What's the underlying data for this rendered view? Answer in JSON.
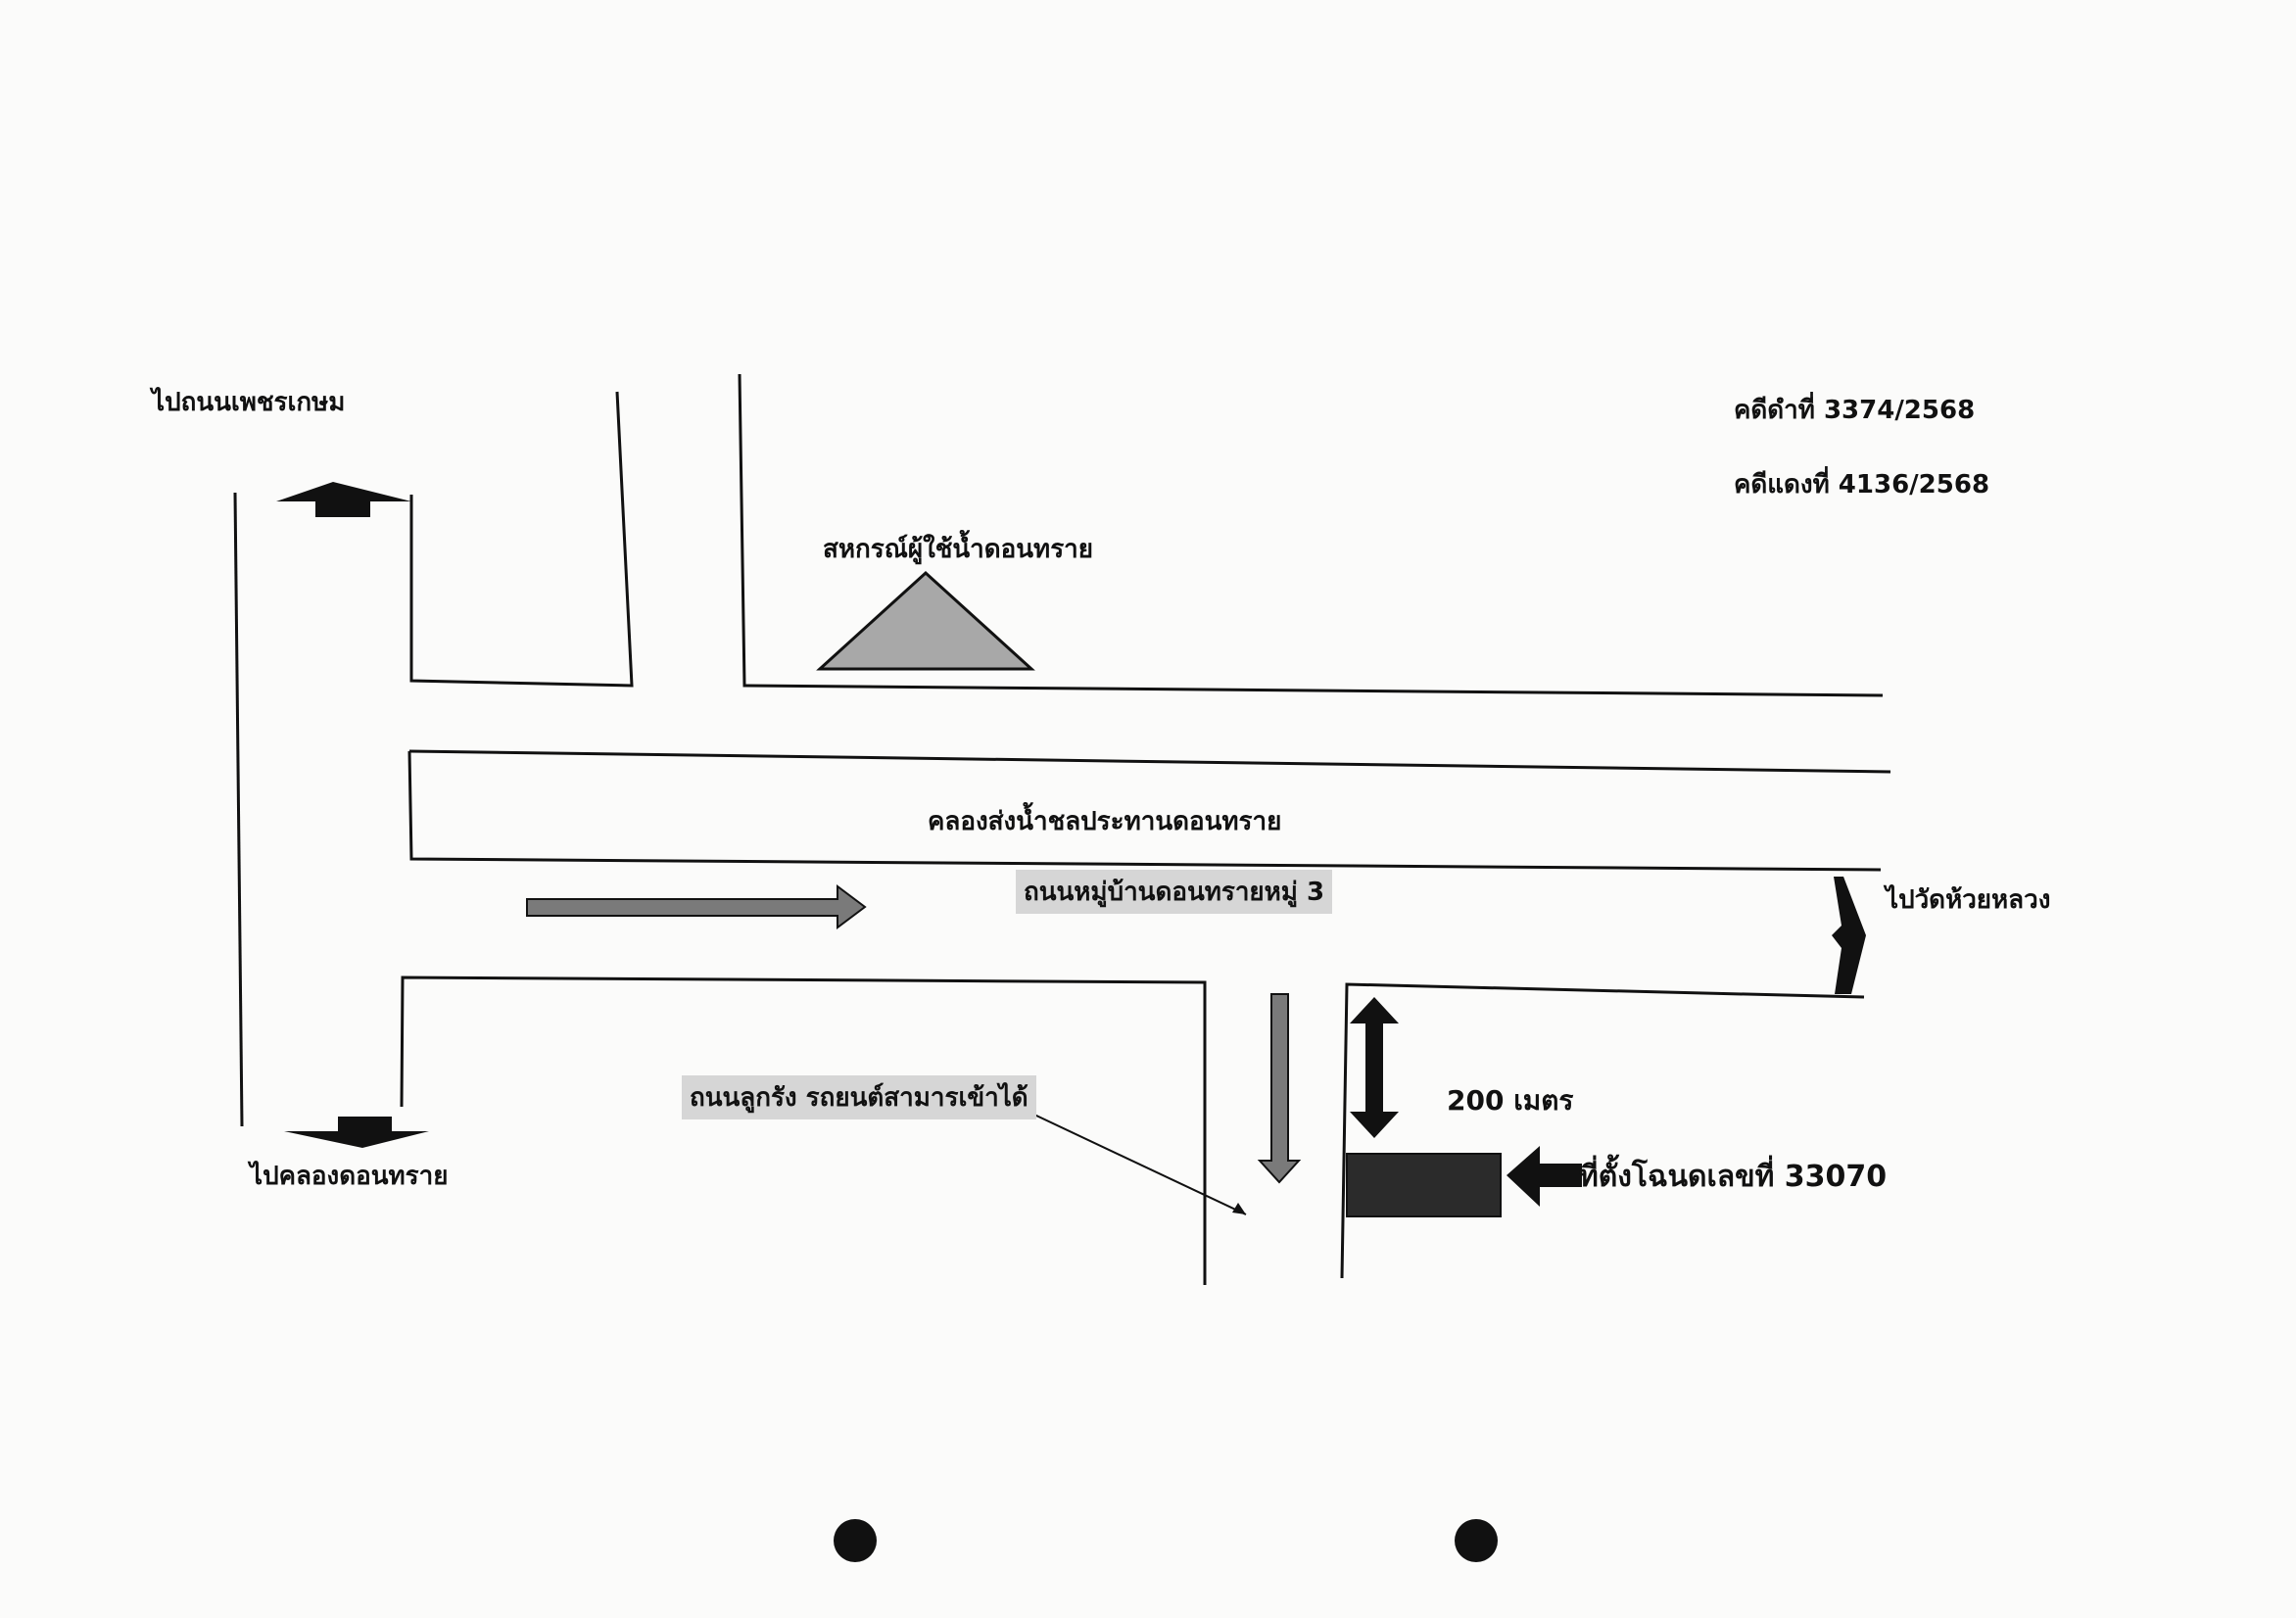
{
  "case": {
    "black_case": "คดีดำที่ 3374/2568",
    "red_case": "คดีแดงที่ 4136/2568"
  },
  "labels": {
    "to_phetkasem": "ไปถนนเพชรเกษม",
    "cooperative": "สหกรณ์ผู้ใช้น้ำดอนทราย",
    "canal": "คลองส่งน้ำชลประทานดอนทราย",
    "village_road": "ถนนหมู่บ้านดอนทรายหมู่ 3",
    "to_wat": "ไปวัดห้วยหลวง",
    "gravel_road": "ถนนลูกรัง รถยนต์สามารเข้าได้",
    "distance": "200 เมตร",
    "to_khlong": "ไปคลองดอนทราย",
    "property": "ที่ตั้งโฉนดเลขที่ 33070"
  },
  "colors": {
    "ink": "#111111",
    "gray_arrow": "#7a7a7a",
    "gray_fill": "#a8a8a8",
    "highlight": "#d6d6d6",
    "property_box": "#2b2b2b"
  }
}
